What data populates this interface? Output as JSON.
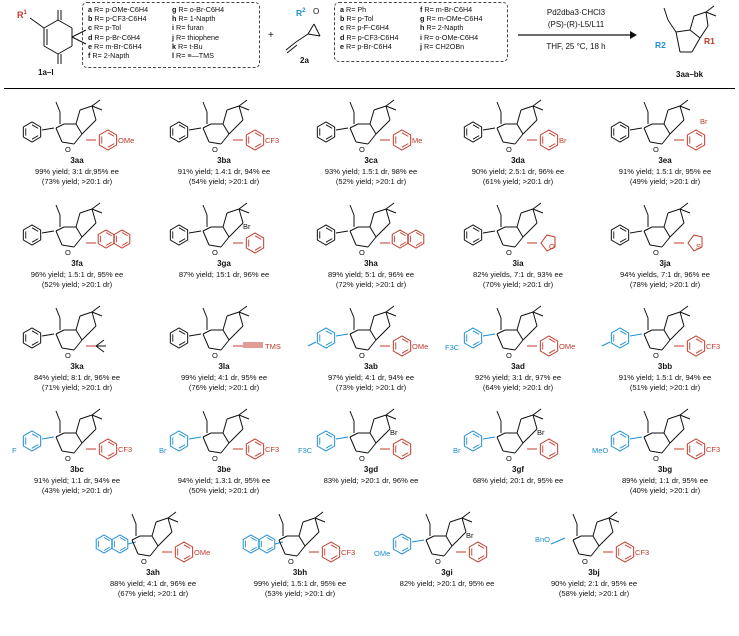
{
  "scheme": {
    "r1_label": "R",
    "r1_sup": "1",
    "r1_options": [
      {
        "key": "a",
        "text": "R= p-OMe-C6H4"
      },
      {
        "key": "b",
        "text": "R= p-CF3-C6H4"
      },
      {
        "key": "c",
        "text": "R= p-Tol"
      },
      {
        "key": "d",
        "text": "R= p-Br-C6H4"
      },
      {
        "key": "e",
        "text": "R= m-Br-C6H4"
      },
      {
        "key": "f",
        "text": "R= 2-Napth"
      },
      {
        "key": "g",
        "text": "R= o-Br-C6H4"
      },
      {
        "key": "h",
        "text": "R= 1-Napth"
      },
      {
        "key": "i",
        "text": "R= furan"
      },
      {
        "key": "j",
        "text": "R= thiophene"
      },
      {
        "key": "k",
        "text": "R= t-Bu"
      },
      {
        "key": "l",
        "text": "R= ≡—TMS"
      }
    ],
    "compound1_label": "1a–l",
    "plus": "+",
    "r2_label": "R",
    "r2_sup": "2",
    "r2_options": [
      {
        "key": "a",
        "text": "R= Ph"
      },
      {
        "key": "b",
        "text": "R= p-Tol"
      },
      {
        "key": "c",
        "text": "R= p-F-C6H4"
      },
      {
        "key": "d",
        "text": "R= p-CF3-C6H4"
      },
      {
        "key": "e",
        "text": "R= p-Br-C6H4"
      },
      {
        "key": "f",
        "text": "R= m-Br-C6H4"
      },
      {
        "key": "g",
        "text": "R= m-OMe-C6H4"
      },
      {
        "key": "h",
        "text": "R= 2-Napth"
      },
      {
        "key": "i",
        "text": "R= o-OMe-C6H4"
      },
      {
        "key": "j",
        "text": "R= CH2OBn"
      }
    ],
    "compound2_label": "2a",
    "conditions_top": "Pd2dba3·CHCl3",
    "conditions_ligand": "(PS)-(R)-L5/L11",
    "conditions_bottom": "THF, 25 °C, 18 h",
    "product_label": "3aa–bk",
    "product_r1": "R1",
    "product_r2": "R2"
  },
  "colors": {
    "r1": "#c0392b",
    "r2": "#1b8fd1",
    "text": "#111111"
  },
  "products": [
    {
      "id": "3aa",
      "yield": "99% yield; 3:1 dr,95% ee",
      "iso": "(73% yield; >20:1 dr)",
      "r1": "4-OMe-phenyl",
      "r2": "phenyl",
      "r1_text": "OMe",
      "r2_text": ""
    },
    {
      "id": "3ba",
      "yield": "91% yield; 1.4:1 dr, 94% ee",
      "iso": "(54% yield; >20:1 dr)",
      "r1": "4-CF3-phenyl",
      "r2": "phenyl",
      "r1_text": "CF3",
      "r2_text": ""
    },
    {
      "id": "3ca",
      "yield": "93% yield; 1.5:1 dr, 98% ee",
      "iso": "(52% yield; >20:1 dr)",
      "r1": "4-Me-phenyl",
      "r2": "phenyl",
      "r1_text": "Me",
      "r2_text": ""
    },
    {
      "id": "3da",
      "yield": "90% yield; 2.5:1 dr, 96% ee",
      "iso": "(61% yield; >20:1 dr)",
      "r1": "4-Br-phenyl",
      "r2": "phenyl",
      "r1_text": "Br",
      "r2_text": ""
    },
    {
      "id": "3ea",
      "yield": "91% yield; 1.5:1 dr, 95% ee",
      "iso": "(49% yield; >20:1 dr)",
      "r1": "3-Br-phenyl",
      "r2": "phenyl",
      "r1_text": "Br",
      "r2_text": ""
    },
    {
      "id": "3fa",
      "yield": "96% yield; 1.5:1 dr, 95% ee",
      "iso": "(52% yield; >20:1 dr)",
      "r1": "2-naphthyl",
      "r2": "phenyl",
      "r1_text": "",
      "r2_text": ""
    },
    {
      "id": "3ga",
      "yield": "87% yield; 15:1 dr, 96% ee",
      "iso": "",
      "r1": "2-Br-phenyl",
      "r2": "phenyl",
      "r1_text": "Br",
      "r2_text": ""
    },
    {
      "id": "3ha",
      "yield": "89% yield; 5:1 dr, 96% ee",
      "iso": "(72% yield; >20:1 dr)",
      "r1": "1-naphthyl",
      "r2": "phenyl",
      "r1_text": "",
      "r2_text": ""
    },
    {
      "id": "3ia",
      "yield": "82% yields, 7:1 dr, 93% ee",
      "iso": "(70% yield; >20:1 dr)",
      "r1": "furan",
      "r2": "phenyl",
      "r1_text": "",
      "r2_text": ""
    },
    {
      "id": "3ja",
      "yield": "94% yields, 7:1 dr, 96% ee",
      "iso": "(78% yield; >20:1 dr)",
      "r1": "thiophene",
      "r2": "phenyl",
      "r1_text": "",
      "r2_text": ""
    },
    {
      "id": "3ka",
      "yield": "84% yield; 8:1 dr, 96% ee",
      "iso": "(71% yield; >20:1 dr)",
      "r1": "t-Bu",
      "r2": "phenyl",
      "r1_text": "",
      "r2_text": ""
    },
    {
      "id": "3la",
      "yield": "99% yield; 4:1 dr, 95% ee",
      "iso": "(76% yield; >20:1 dr)",
      "r1": "alkyne-TMS",
      "r2": "phenyl",
      "r1_text": "TMS",
      "r2_text": ""
    },
    {
      "id": "3ab",
      "yield": "97% yield; 4:1 dr, 94% ee",
      "iso": "(73% yield; >20:1 dr)",
      "r1": "4-OMe-phenyl",
      "r2": "4-Me-phenyl",
      "r1_text": "OMe",
      "r2_text": ""
    },
    {
      "id": "3ad",
      "yield": "92% yield; 3:1 dr, 97% ee",
      "iso": "(64% yield; >20:1 dr)",
      "r1": "4-OMe-phenyl",
      "r2": "4-CF3-phenyl",
      "r1_text": "OMe",
      "r2_text": "F3C"
    },
    {
      "id": "3bb",
      "yield": "91% yield; 1.5:1 dr, 94% ee",
      "iso": "(51% yield; >20:1 dr)",
      "r1": "4-CF3-phenyl",
      "r2": "4-Me-phenyl",
      "r1_text": "CF3",
      "r2_text": ""
    },
    {
      "id": "3bc",
      "yield": "91% yield; 1:1 dr, 94% ee",
      "iso": "(43% yield; >20:1 dr)",
      "r1": "4-CF3-phenyl",
      "r2": "4-F-phenyl",
      "r1_text": "CF3",
      "r2_text": "F"
    },
    {
      "id": "3be",
      "yield": "94% yield; 1.3:1 dr, 95% ee",
      "iso": "(50% yield; >20:1 dr)",
      "r1": "4-CF3-phenyl",
      "r2": "4-Br-phenyl",
      "r1_text": "CF3",
      "r2_text": "Br"
    },
    {
      "id": "3gd",
      "yield": "83% yield; >20:1 dr, 96% ee",
      "iso": "",
      "r1": "2-Br-phenyl",
      "r2": "4-CF3-phenyl",
      "r1_text": "Br",
      "r2_text": "F3C"
    },
    {
      "id": "3gf",
      "yield": "68% yield; 20:1 dr, 95% ee",
      "iso": "",
      "r1": "2-Br-phenyl",
      "r2": "3-Br-phenyl",
      "r1_text": "Br",
      "r2_text": "Br"
    },
    {
      "id": "3bg",
      "yield": "89% yield; 1:1 dr, 95% ee",
      "iso": "(40% yield; >20:1 dr)",
      "r1": "4-CF3-phenyl",
      "r2": "3-OMe-phenyl",
      "r1_text": "CF3",
      "r2_text": "MeO"
    },
    {
      "id": "3ah",
      "yield": "88% yield; 4:1 dr, 96% ee",
      "iso": "(67% yield; >20:1 dr)",
      "r1": "4-OMe-phenyl",
      "r2": "2-naphthyl",
      "r1_text": "OMe",
      "r2_text": ""
    },
    {
      "id": "3bh",
      "yield": "99% yield; 1.5:1 dr, 95% ee",
      "iso": "(53% yield; >20:1 dr)",
      "r1": "4-CF3-phenyl",
      "r2": "2-naphthyl",
      "r1_text": "CF3",
      "r2_text": ""
    },
    {
      "id": "3gi",
      "yield": "82% yield; >20:1 dr, 95% ee",
      "iso": "",
      "r1": "2-Br-phenyl",
      "r2": "2-OMe-phenyl",
      "r1_text": "Br",
      "r2_text": "OMe"
    },
    {
      "id": "3bj",
      "yield": "90% yield; 2:1 dr, 95% ee",
      "iso": "(58% yield; >20:1 dr)",
      "r1": "4-CF3-phenyl",
      "r2": "CH2OBn",
      "r1_text": "CF3",
      "r2_text": "BnO"
    }
  ]
}
